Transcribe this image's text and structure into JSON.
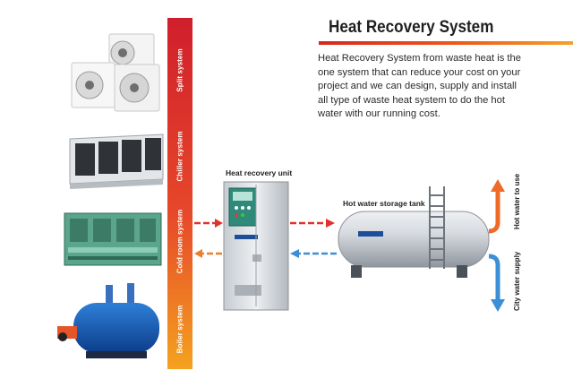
{
  "title": "Heat Recovery System",
  "description": "Heat Recovery System from waste heat is the one system that can reduce your cost on your project and we can design, supply and install all type of waste heat system to do the hot water with our running cost.",
  "sources": [
    {
      "label": "Split system"
    },
    {
      "label": "Chiller system"
    },
    {
      "label": "Cold room system"
    },
    {
      "label": "Boiler system"
    }
  ],
  "recovery_unit": {
    "label": "Heat recovery unit"
  },
  "storage_tank": {
    "label": "Hot water storage tank"
  },
  "outputs": {
    "hot_water": "Hot water to use",
    "city_water": "City water supply"
  },
  "colors": {
    "bar_top": "#d2232a",
    "bar_bottom": "#f4a21f",
    "hot_arrow": "#e0322d",
    "cold_arrow": "#3a8fd6",
    "out_arrow": "#ee6a28"
  }
}
